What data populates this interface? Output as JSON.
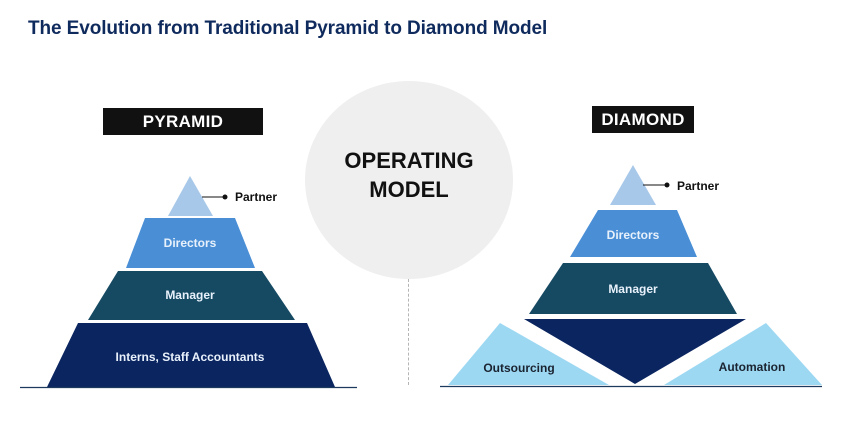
{
  "title": "The Evolution from Traditional Pyramid to Diamond Model",
  "center": {
    "line1": "OPERATING",
    "line2": "MODEL"
  },
  "pyramid": {
    "heading": "PYRAMID",
    "partner_label": "Partner",
    "levels": [
      {
        "label": "Directors",
        "color": "#4a8fd6"
      },
      {
        "label": "Manager",
        "color": "#164a63"
      },
      {
        "label": "Interns, Staff Accountants",
        "color": "#0b2560"
      }
    ],
    "partner_color": "#a8c8ea"
  },
  "diamond": {
    "heading": "DIAMOND",
    "partner_label": "Partner",
    "levels": [
      {
        "label": "Directors",
        "color": "#4a8fd6"
      },
      {
        "label": "Manager",
        "color": "#164a63"
      }
    ],
    "partner_color": "#a8c8ea",
    "base_color": "#0b2560",
    "side_left": {
      "label": "Outsourcing",
      "color": "#9dd8f3"
    },
    "side_right": {
      "label": "Automation",
      "color": "#9dd8f3"
    }
  },
  "colors": {
    "title": "#0f2a5c",
    "baseline": "#1c3a5e",
    "label_light": "#ffffff",
    "label_dark": "#111111"
  }
}
